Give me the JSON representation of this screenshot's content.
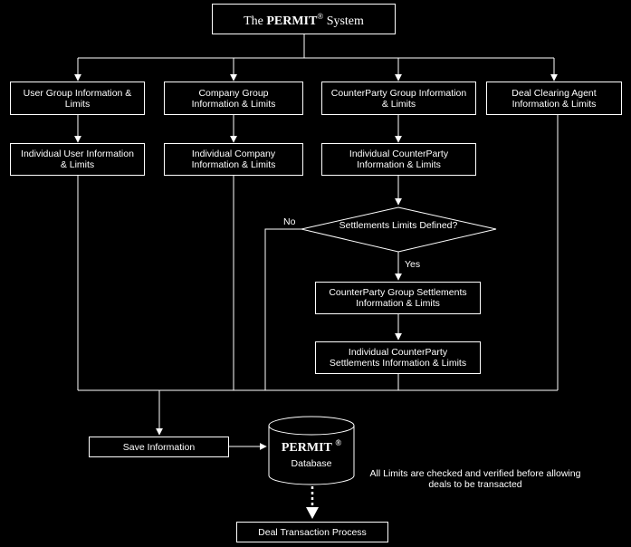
{
  "title": {
    "prefix": "The",
    "brand": "PERMIT",
    "reg": "®",
    "suffix": "System"
  },
  "nodes": {
    "user_group": [
      "User Group Information &",
      "Limits"
    ],
    "company_group": [
      "Company Group",
      "Information & Limits"
    ],
    "counterparty_group": [
      "CounterParty Group Information",
      "& Limits"
    ],
    "deal_clearing_agent": [
      "Deal Clearing Agent",
      "Information & Limits"
    ],
    "individual_user": [
      "Individual User Information",
      "& Limits"
    ],
    "individual_company": [
      "Individual Company",
      "Information & Limits"
    ],
    "individual_counterparty": [
      "Individual CounterParty",
      "Information & Limits"
    ],
    "settlements_decision": [
      "Settlements Limits",
      "Defined?"
    ],
    "cp_group_settlements": [
      "CounterParty Group Settlements",
      "Information & Limits"
    ],
    "individual_cp_settlements": [
      "Individual CounterParty",
      "Settlements Information & Limits"
    ],
    "save_information": "Save Information",
    "deal_transaction": "Deal Transaction Process"
  },
  "edge_labels": {
    "no": "No",
    "yes": "Yes"
  },
  "database": {
    "brand": "PERMIT",
    "reg": "®",
    "label": "Database"
  },
  "note": [
    "All Limits are checked and verified before",
    "allowing deals to be transacted"
  ]
}
